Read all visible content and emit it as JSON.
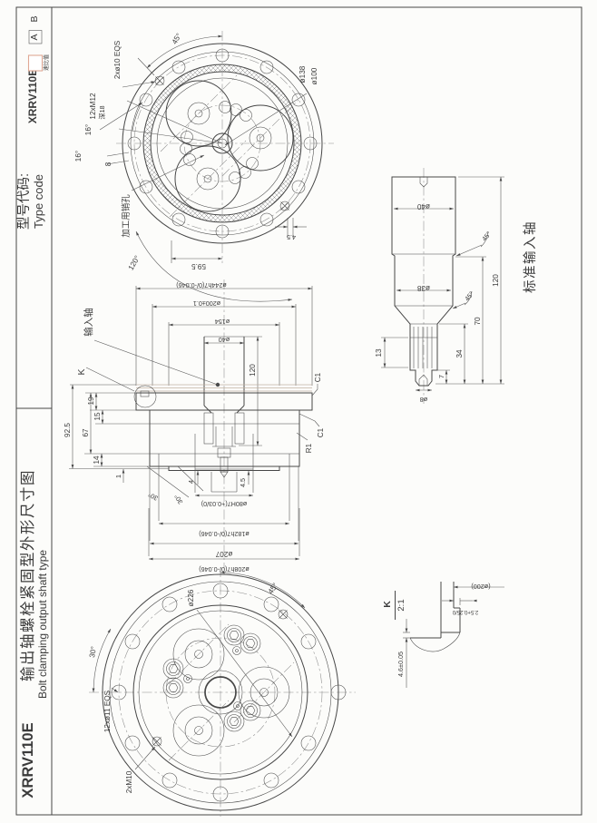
{
  "colors": {
    "line": "#474747",
    "paper": "#fcfcfa",
    "ratio_box_accent": "#e0a894"
  },
  "title_block": {
    "model": "XRRV110E",
    "title_cn": "输出轴螺栓紧固型外形尺寸图",
    "title_en": "Bolt clamping output shaft type",
    "type_code_cn": "型号代码:",
    "type_code_en": "Type code",
    "type_code_model": "XRRV110E",
    "ratio_hint": "速比值",
    "opt_a": "A",
    "opt_b": "B"
  },
  "front_view": {
    "angle_45": "45°",
    "pin_holes": "2xø10 EQS",
    "bolt_holes": "12xM12",
    "bolt_depth": "深18",
    "angle_16_a": "16°",
    "angle_16_b": "16°",
    "dim_8": "8",
    "pin_hole_note": "加工用销孔",
    "angle_120": "120°",
    "dim_59_5": "59.5",
    "dim_4_5": "4.5",
    "dia_138": "ø138",
    "dia_100": "ø100"
  },
  "section_view": {
    "dia_244": "ø244h7(0/-0.046)",
    "dia_200": "ø200±0.1",
    "dia_154": "ø154",
    "dia_40": "ø40",
    "dim_120": "120",
    "input_shaft_label": "输入轴",
    "detail_k_mark": "K",
    "dim_92_5": "92.5",
    "dim_19": "19",
    "dim_15": "15",
    "dim_67": "67",
    "dim_14": "14",
    "dim_1": "1",
    "chamfer_c1_top": "C1",
    "chamfer_c1_bottom": "C1",
    "fillet_r1": "R1",
    "angle_30_a": "30°",
    "angle_30_b": "30°",
    "dim_4": "4",
    "dim_4_5": "4.5",
    "dia_80": "ø80H7(+0.03/0)",
    "dia_182": "ø182h7(0/-0.046)",
    "dia_207": "ø207",
    "dia_208": "ø208h7(0/-0.046)"
  },
  "rear_view": {
    "dia_226": "ø226",
    "angle_45": "45°",
    "angle_30": "30°",
    "bolt_holes": "12xø11 EQS",
    "pin_holes": "2xM10"
  },
  "input_shaft_view": {
    "title": "标准输入轴",
    "dia_40": "ø40",
    "dia_38": "ø38",
    "dia_8": "ø8",
    "dim_120": "120",
    "dim_70": "70",
    "dim_34": "34",
    "dim_13": "13",
    "dim_7": "7",
    "chamfer_a": "45°",
    "chamfer_b": "45°"
  },
  "detail_view": {
    "label": "K",
    "scale": "2:1",
    "dia_200_ref": "(ø200)",
    "dim_2_5": "2.5+0.25/0",
    "dim_4_6": "4.6±0.05"
  }
}
